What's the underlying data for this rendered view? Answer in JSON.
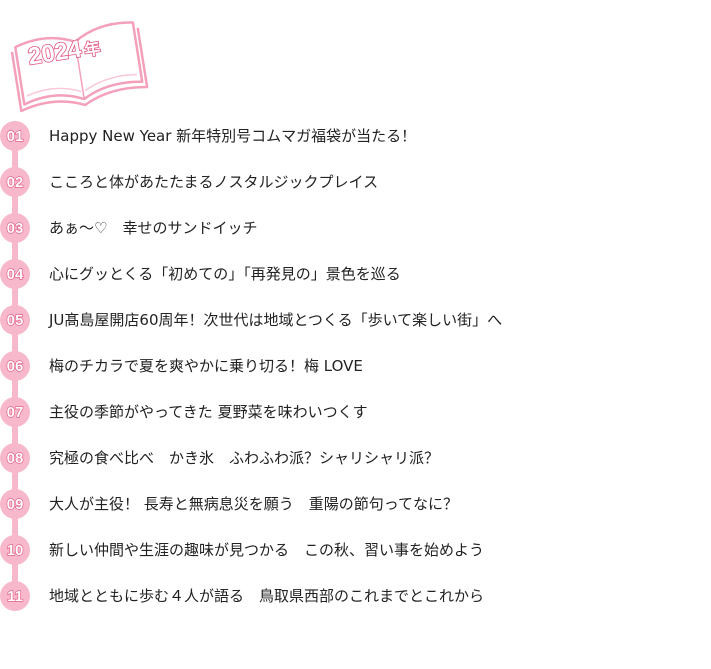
{
  "header": {
    "year_label": "2024",
    "year_suffix": "年",
    "icon": "open-book-icon",
    "accent_color": "#e0527e",
    "line_color": "#f7b8cb"
  },
  "issues": [
    {
      "number": "01",
      "title": "Happy New Year 新年特別号コムマガ福袋が当たる！"
    },
    {
      "number": "02",
      "title": "こころと体があたたまるノスタルジックプレイス"
    },
    {
      "number": "03",
      "title": "あぁ～♡　幸せのサンドイッチ"
    },
    {
      "number": "04",
      "title": "心にグッとくる「初めての」「再発見の」景色を巡る"
    },
    {
      "number": "05",
      "title": "JU髙島屋開店60周年！次世代は地域とつくる「歩いて楽しい街」へ"
    },
    {
      "number": "06",
      "title": "梅のチカラで夏を爽やかに乗り切る！梅 LOVE"
    },
    {
      "number": "07",
      "title": "主役の季節がやってきた 夏野菜を味わいつくす"
    },
    {
      "number": "08",
      "title": "究極の食べ比べ　かき氷　ふわふわ派？シャリシャリ派？"
    },
    {
      "number": "09",
      "title": "大人が主役！ 長寿と無病息災を願う　重陽の節句ってなに？"
    },
    {
      "number": "10",
      "title": "新しい仲間や生涯の趣味が見つかる　この秋、習い事を始めよう"
    },
    {
      "number": "11",
      "title": "地域とともに歩む４人が語る　鳥取県西部のこれまでとこれから"
    }
  ]
}
